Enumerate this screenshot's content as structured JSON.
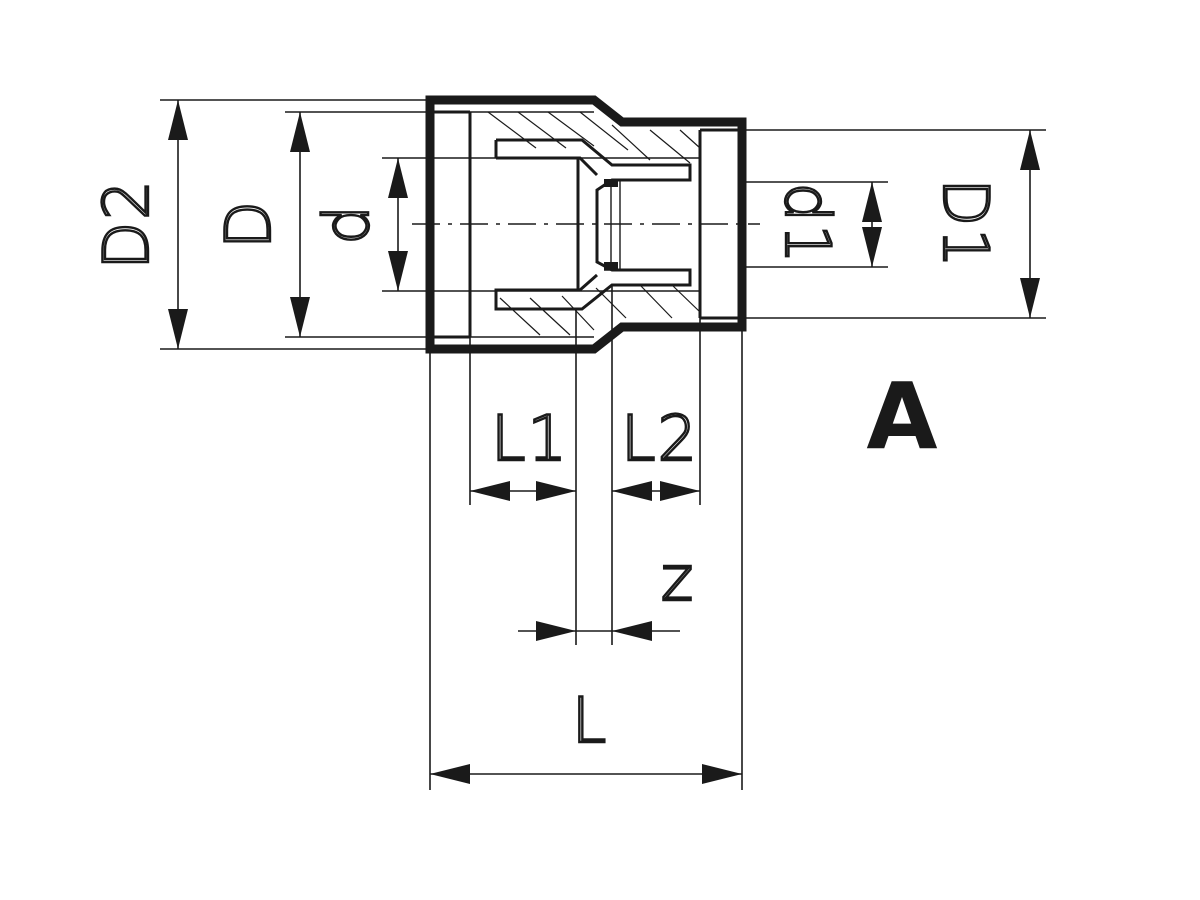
{
  "labels": {
    "D2": "D2",
    "D": "D",
    "d": "d",
    "d1": "d1",
    "D1": "D1",
    "L1": "L1",
    "L2": "L2",
    "z": "z",
    "L": "L",
    "variant": "A"
  }
}
